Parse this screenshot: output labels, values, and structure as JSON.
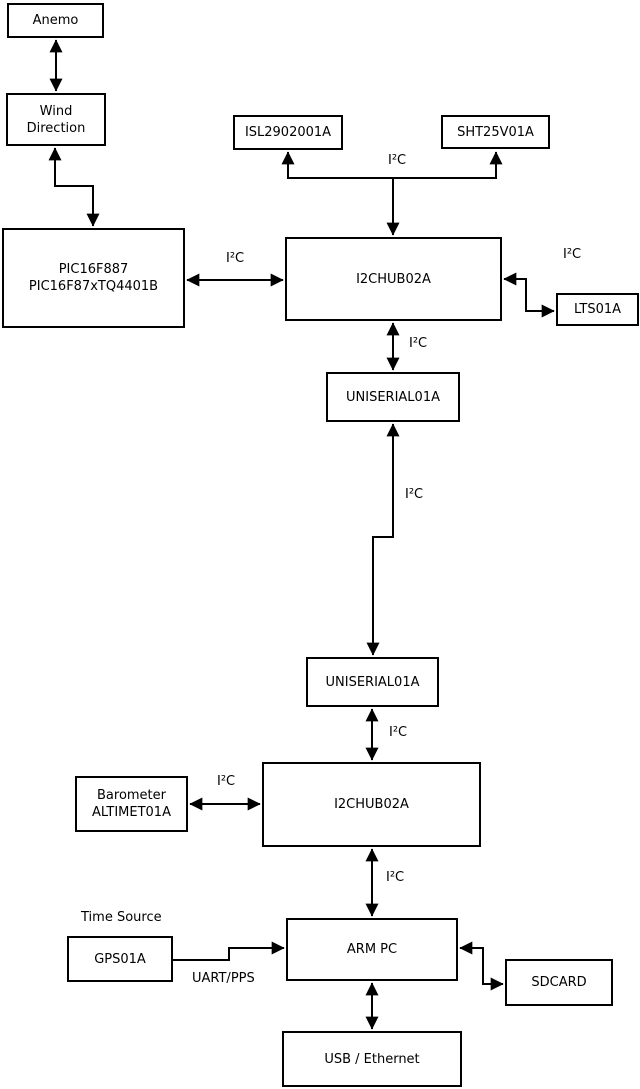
{
  "diagram": {
    "boxes": {
      "anemo": {
        "label": "Anemo"
      },
      "wind_direction": {
        "line1": "Wind",
        "line2": "Direction"
      },
      "pic": {
        "line1": "PIC16F887",
        "line2": "PIC16F87xTQ4401B"
      },
      "isl": {
        "label": "ISL2902001A"
      },
      "sht": {
        "label": "SHT25V01A"
      },
      "i2c_hub_top": {
        "label": "I2CHUB02A"
      },
      "lts": {
        "label": "LTS01A"
      },
      "uniserial_top": {
        "label": "UNISERIAL01A"
      },
      "uniserial_bottom": {
        "label": "UNISERIAL01A"
      },
      "i2c_hub_bottom": {
        "label": "I2CHUB02A"
      },
      "barometer": {
        "line1": "Barometer",
        "line2": "ALTIMET01A"
      },
      "gps": {
        "label": "GPS01A"
      },
      "arm_pc": {
        "label": "ARM PC"
      },
      "sdcard": {
        "label": "SDCARD"
      },
      "usb_ethernet": {
        "label": "USB / Ethernet"
      }
    },
    "labels": {
      "i2c_pic_hub": "I²C",
      "i2c_isl_sht": "I²C",
      "i2c_hub_lts": "I²C",
      "i2c_hub_uniserial": "I²C",
      "i2c_uniserial_link": "I²C",
      "i2c_uniserial_hub2": "I²C",
      "i2c_barometer": "I²C",
      "i2c_hub2_arm": "I²C",
      "time_source": "Time Source",
      "uart_pps": "UART/PPS"
    },
    "colors": {
      "line": "#000000",
      "box_border": "#000000",
      "box_fill": "#ffffff",
      "text": "#000000",
      "background": "#ffffff"
    }
  }
}
